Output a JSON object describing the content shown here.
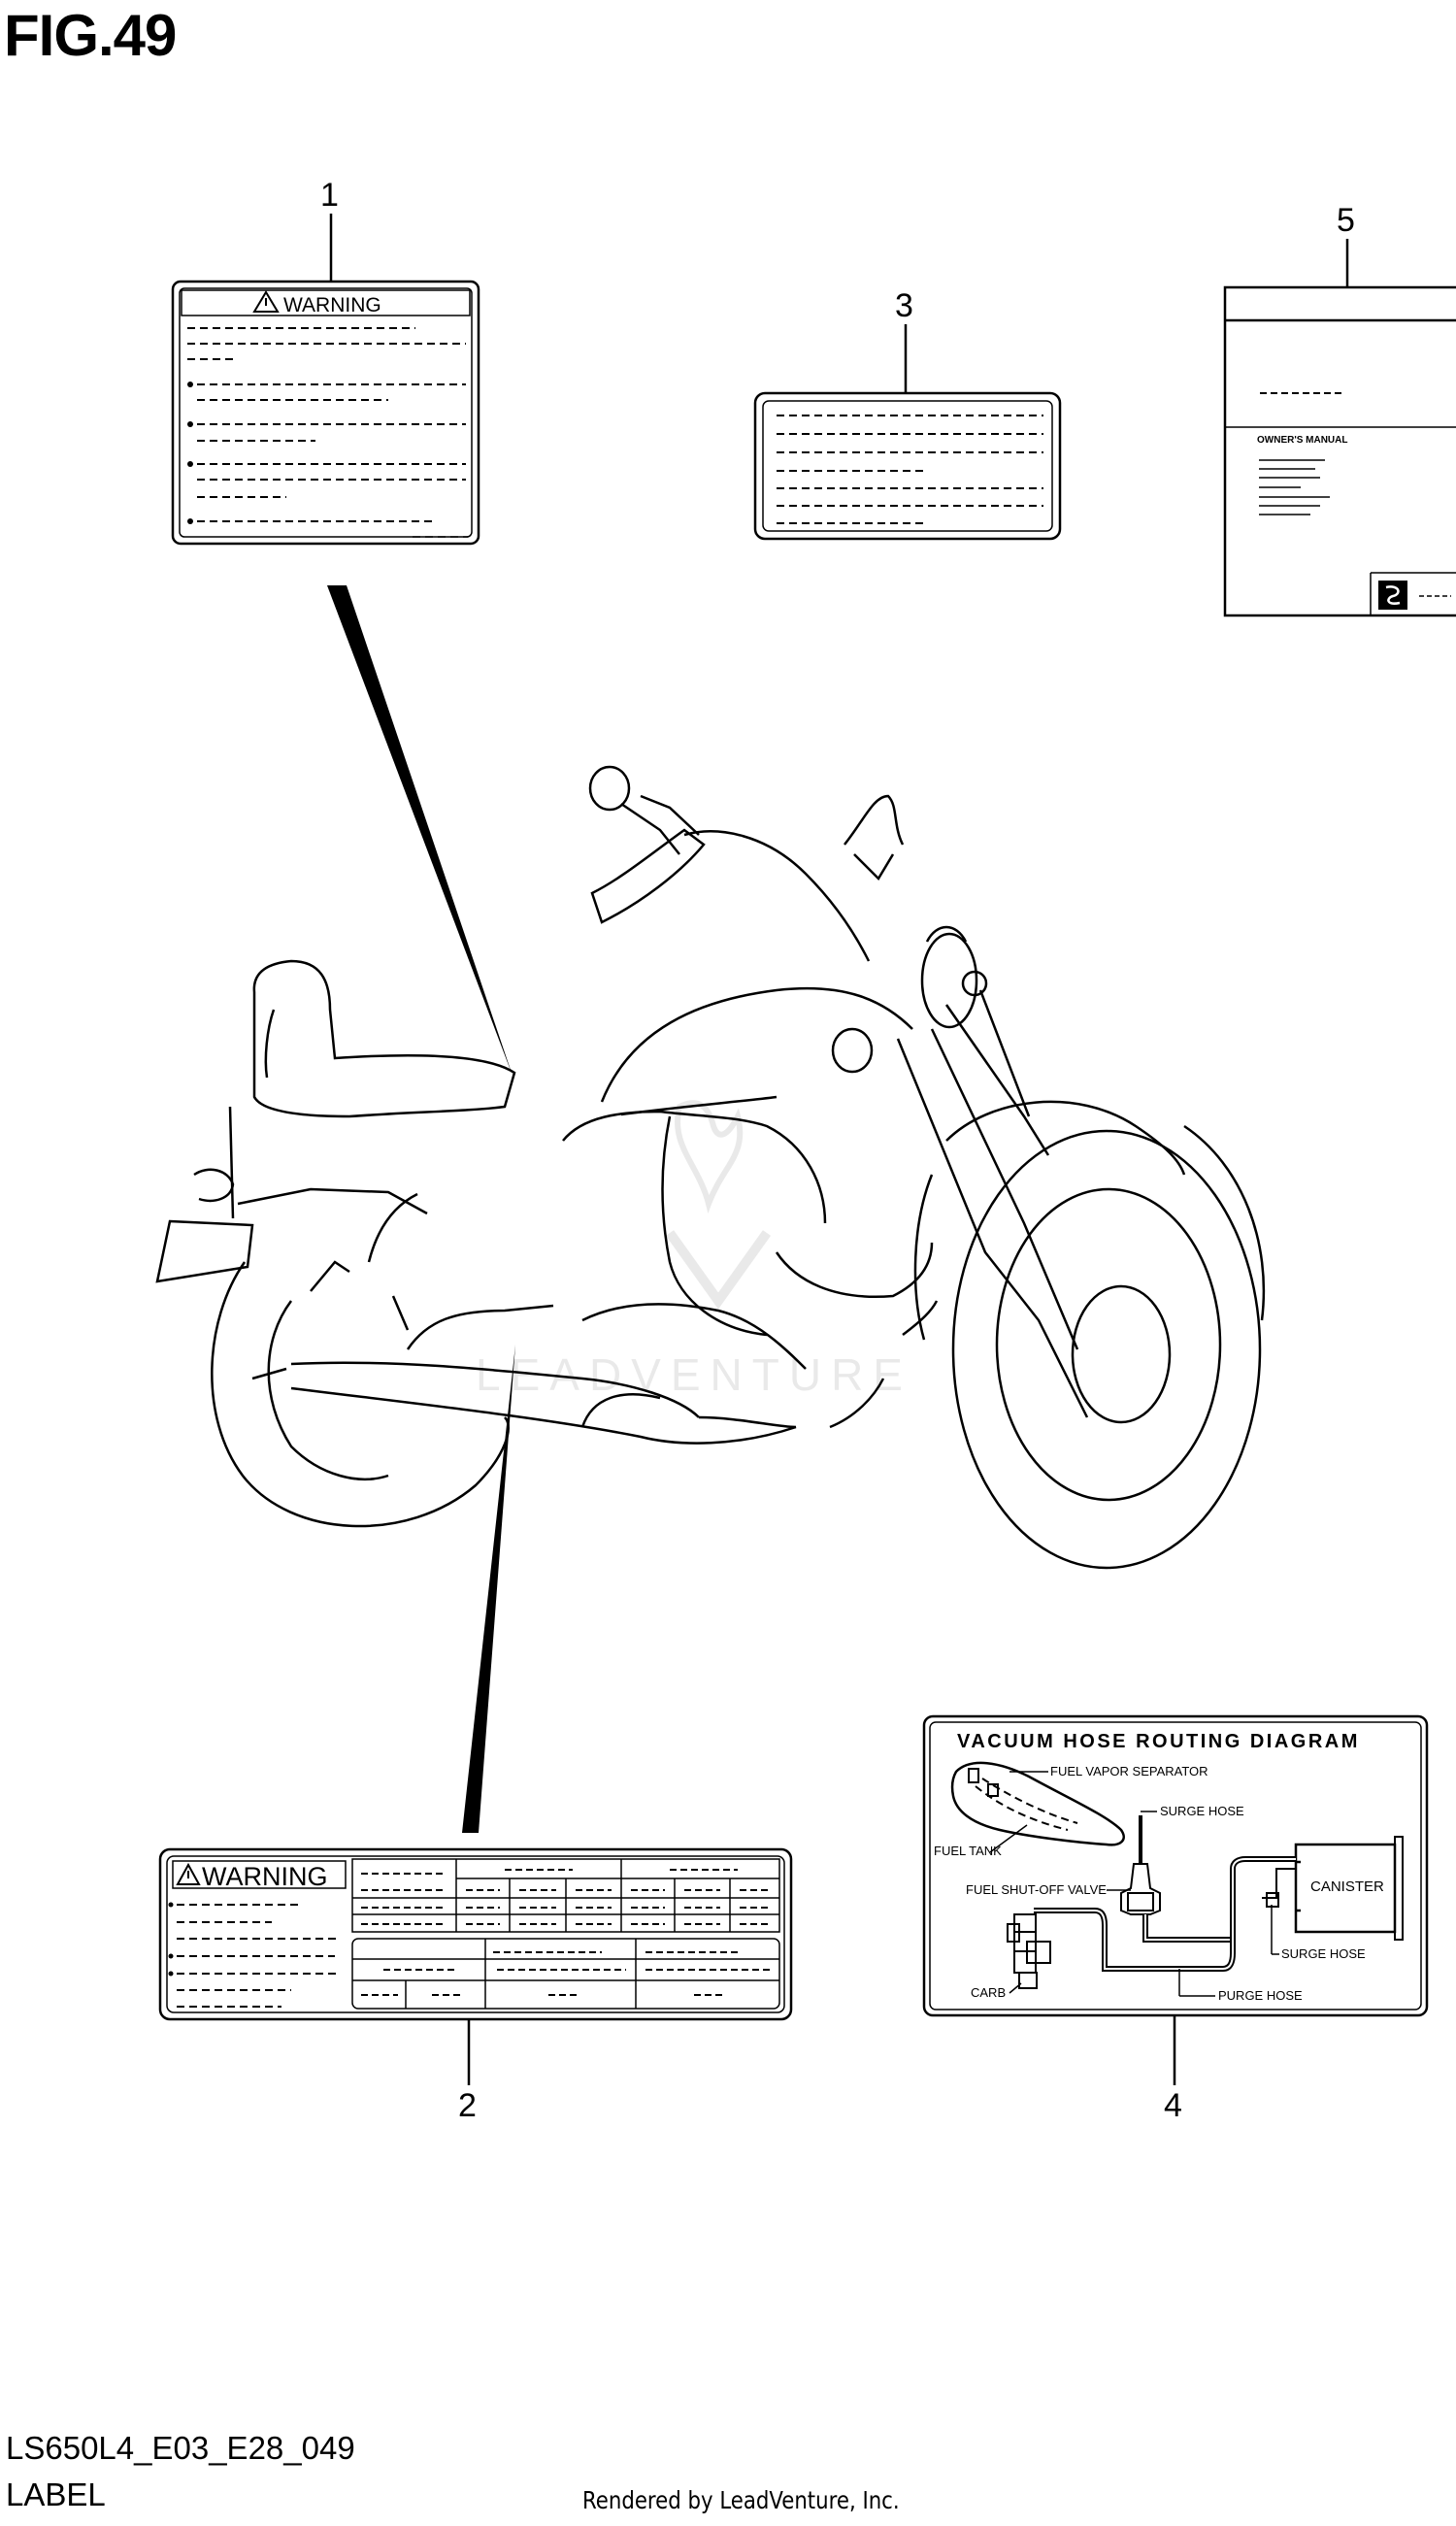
{
  "figure": {
    "title": "FIG.49",
    "code": "LS650L4_E03_E28_049",
    "caption": "LABEL",
    "credit": "Rendered by LeadVenture, Inc."
  },
  "callouts": [
    "1",
    "2",
    "3",
    "4",
    "5"
  ],
  "label_1": {
    "heading": "WARNING"
  },
  "label_2": {
    "heading": "WARNING"
  },
  "owners_manual": {
    "heading": "OWNER'S MANUAL"
  },
  "vacuum_diagram": {
    "title": "VACUUM HOSE ROUTING DIAGRAM",
    "parts": {
      "fuel_vapor_separator": "FUEL VAPOR SEPARATOR",
      "surge_hose_top": "SURGE HOSE",
      "fuel_tank": "FUEL TANK",
      "fuel_shutoff_valve": "FUEL SHUT-OFF VALVE",
      "canister": "CANISTER",
      "surge_hose_right": "SURGE HOSE",
      "carb": "CARB",
      "purge_hose": "PURGE HOSE"
    }
  },
  "watermark": "LEADVENTURE"
}
